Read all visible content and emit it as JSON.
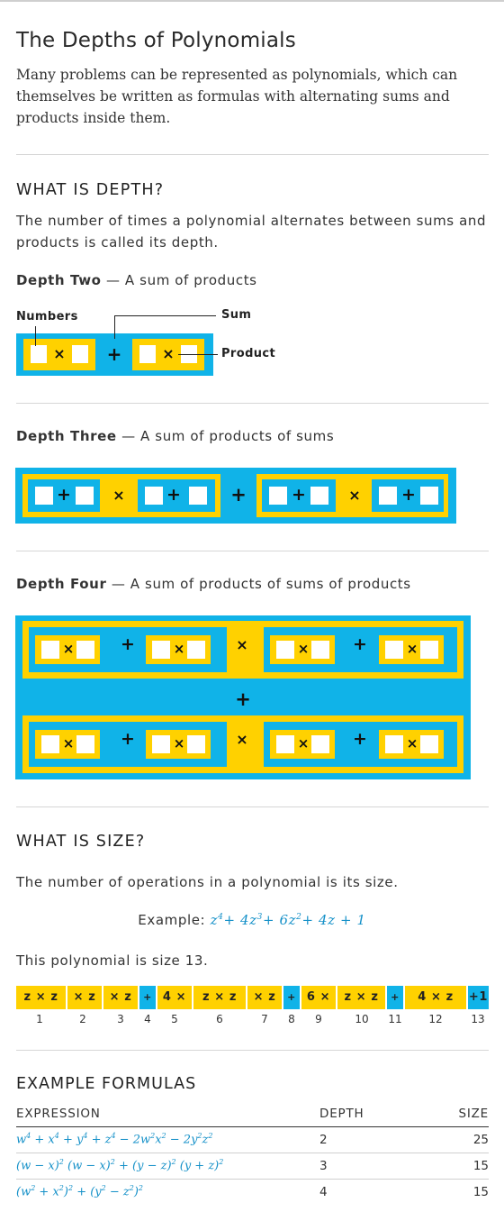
{
  "header": {
    "title": "The Depths of Polynomials",
    "intro": "Many problems can be represented as polynomials, which can themselves be written as formulas with alternating sums and products inside them."
  },
  "depth_section": {
    "title": "WHAT IS DEPTH?",
    "body": "The number of times a polynomial alternates between sums and products is called its depth.",
    "depth_two": {
      "name": "Depth Two",
      "desc": "— A sum of products"
    },
    "depth_three": {
      "name": "Depth Three",
      "desc": "— A sum of products of sums"
    },
    "depth_four": {
      "name": "Depth Four",
      "desc": "— A sum of products of sums of products"
    },
    "callouts": {
      "numbers": "Numbers",
      "sum": "Sum",
      "product": "Product"
    },
    "symbols": {
      "times": "×",
      "plus": "+"
    }
  },
  "size_section": {
    "title": "WHAT IS SIZE?",
    "body": "The number of operations in a polynomial is its size.",
    "example_label": "Example:",
    "example_poly": [
      "z",
      "4",
      "+ 4z",
      "3",
      "+ 6z",
      "2",
      "+ 4z + 1"
    ],
    "size_statement": "This polynomial is size 13.",
    "segments": [
      {
        "text": "z × z",
        "kind": "term"
      },
      {
        "text": "× z",
        "kind": "term"
      },
      {
        "text": "× z",
        "kind": "term"
      },
      {
        "text": "+",
        "kind": "plus"
      },
      {
        "text": "4 ×",
        "kind": "term"
      },
      {
        "text": "z × z",
        "kind": "term"
      },
      {
        "text": "× z",
        "kind": "term"
      },
      {
        "text": "+",
        "kind": "plus"
      },
      {
        "text": "6 ×",
        "kind": "term"
      },
      {
        "text": "z × z",
        "kind": "term"
      },
      {
        "text": "+",
        "kind": "plus"
      },
      {
        "text": "4 × z",
        "kind": "term"
      },
      {
        "text": "+1",
        "kind": "plus"
      }
    ],
    "numbers": [
      "1",
      "2",
      "3",
      "4",
      "5",
      "6",
      "7",
      "8",
      "9",
      "10",
      "11",
      "12",
      "13"
    ]
  },
  "formulas": {
    "title": "EXAMPLE FORMULAS",
    "headers": {
      "expression": "EXPRESSION",
      "depth": "DEPTH",
      "size": "SIZE"
    },
    "rows": [
      {
        "depth": "2",
        "size": "25"
      },
      {
        "depth": "3",
        "size": "15"
      },
      {
        "depth": "4",
        "size": "15"
      }
    ]
  },
  "colors": {
    "blue": "#10b3e8",
    "yellow": "#ffd100",
    "formula_blue": "#1490c8"
  }
}
